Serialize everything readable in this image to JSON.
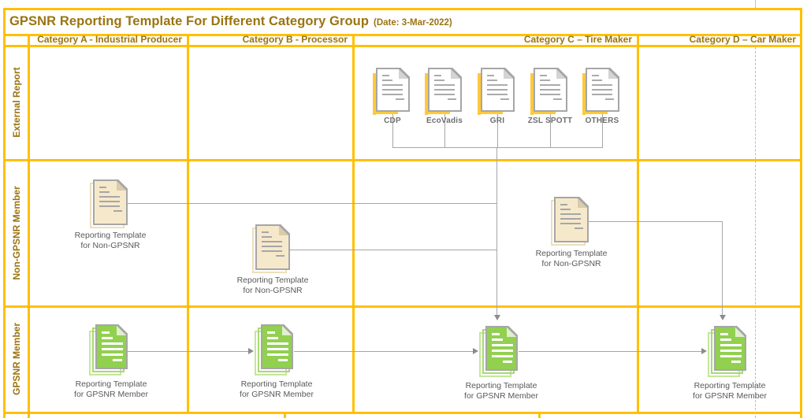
{
  "title": {
    "text": "GPSNR Reporting Template For Different Category Group",
    "date": "(Date: 3-Mar-2022)"
  },
  "column_headers": [
    {
      "label": "Category A - Industrial Producer"
    },
    {
      "label": "Category B - Processor"
    },
    {
      "label": "Category C – Tire Maker"
    },
    {
      "label": "Category D – Car Maker"
    }
  ],
  "row_headers": [
    {
      "label": "External Report"
    },
    {
      "label": "Non-GPSNR Member"
    },
    {
      "label": "GPSNR Member"
    }
  ],
  "external_reports": {
    "items": [
      {
        "icon": "report-document-icon",
        "label": "CDP"
      },
      {
        "icon": "report-document-icon",
        "label": "EcoVadis"
      },
      {
        "icon": "report-document-icon",
        "label": "GRI"
      },
      {
        "icon": "report-document-icon",
        "label": "ZSL SPOTT"
      },
      {
        "icon": "report-document-icon",
        "label": "OTHERS"
      }
    ]
  },
  "templates": {
    "non_gpsnr": {
      "icon": "non-gpsnr-template-document-icon",
      "line1": "Reporting Template",
      "line2": "for Non-GPSNR"
    },
    "gpsnr": {
      "icon": "gpsnr-template-document-icon",
      "line1": "Reporting Template",
      "line2": "for GPSNR Member"
    }
  },
  "colors": {
    "grid_border": "#FFC000",
    "heading_text": "#9A7410",
    "connector": "#A6A6A6",
    "doc_border": "#A6A6A6",
    "doc_green": "#92D050",
    "doc_beige": "#F6E9CB",
    "doc_accent_yellow": "#FFC93C",
    "label_text": "#595959",
    "page_break_dash": "#BDBDBD"
  }
}
